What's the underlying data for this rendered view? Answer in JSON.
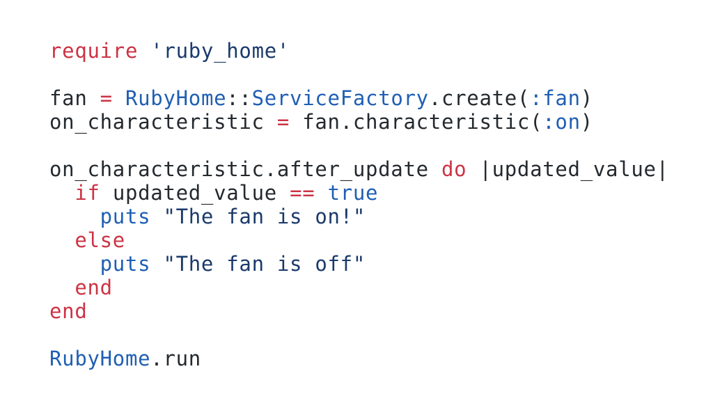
{
  "code": {
    "lines": [
      [
        {
          "t": "require",
          "c": "keyword"
        },
        {
          "t": " ",
          "c": "plain"
        },
        {
          "t": "'ruby_home'",
          "c": "string"
        }
      ],
      [],
      [
        {
          "t": "fan ",
          "c": "plain"
        },
        {
          "t": "=",
          "c": "keyword"
        },
        {
          "t": " ",
          "c": "plain"
        },
        {
          "t": "RubyHome",
          "c": "const"
        },
        {
          "t": "::",
          "c": "plain"
        },
        {
          "t": "ServiceFactory",
          "c": "const"
        },
        {
          "t": ".create(",
          "c": "plain"
        },
        {
          "t": ":fan",
          "c": "symbol"
        },
        {
          "t": ")",
          "c": "plain"
        }
      ],
      [
        {
          "t": "on_characteristic ",
          "c": "plain"
        },
        {
          "t": "=",
          "c": "keyword"
        },
        {
          "t": " fan.characteristic(",
          "c": "plain"
        },
        {
          "t": ":on",
          "c": "symbol"
        },
        {
          "t": ")",
          "c": "plain"
        }
      ],
      [],
      [
        {
          "t": "on_characteristic.after_update ",
          "c": "plain"
        },
        {
          "t": "do",
          "c": "keyword"
        },
        {
          "t": " |updated_value|",
          "c": "plain"
        }
      ],
      [
        {
          "t": "  ",
          "c": "plain"
        },
        {
          "t": "if",
          "c": "keyword"
        },
        {
          "t": " updated_value ",
          "c": "plain"
        },
        {
          "t": "==",
          "c": "keyword"
        },
        {
          "t": " ",
          "c": "plain"
        },
        {
          "t": "true",
          "c": "const"
        }
      ],
      [
        {
          "t": "    ",
          "c": "plain"
        },
        {
          "t": "puts",
          "c": "const"
        },
        {
          "t": " ",
          "c": "plain"
        },
        {
          "t": "\"The fan is on!\"",
          "c": "string"
        }
      ],
      [
        {
          "t": "  ",
          "c": "plain"
        },
        {
          "t": "else",
          "c": "keyword"
        }
      ],
      [
        {
          "t": "    ",
          "c": "plain"
        },
        {
          "t": "puts",
          "c": "const"
        },
        {
          "t": " ",
          "c": "plain"
        },
        {
          "t": "\"The fan is off\"",
          "c": "string"
        }
      ],
      [
        {
          "t": "  ",
          "c": "plain"
        },
        {
          "t": "end",
          "c": "keyword"
        }
      ],
      [
        {
          "t": "end",
          "c": "keyword"
        }
      ],
      [],
      [
        {
          "t": "RubyHome",
          "c": "const"
        },
        {
          "t": ".run",
          "c": "plain"
        }
      ]
    ]
  },
  "colors": {
    "background": "#ffffff",
    "keyword": "#cc3344",
    "string": "#1b3a6b",
    "constant": "#1f5fb3",
    "plain": "#24292e"
  }
}
